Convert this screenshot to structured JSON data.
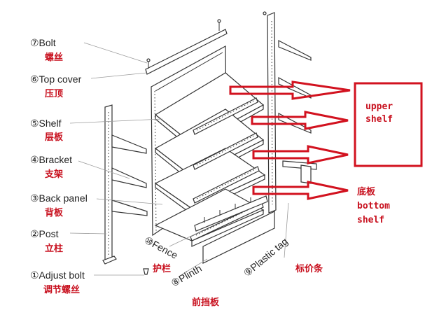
{
  "colors": {
    "accent": "#d2121f",
    "label_cn": "#c8101e",
    "line": "#333333"
  },
  "parts": [
    {
      "en": "⑦Bolt",
      "cn": "螺丝"
    },
    {
      "en": "⑥Top cover",
      "cn": "压顶"
    },
    {
      "en": "⑤Shelf",
      "cn": "层板"
    },
    {
      "en": "④Bracket",
      "cn": "支架"
    },
    {
      "en": "③Back panel",
      "cn": "背板"
    },
    {
      "en": "②Post",
      "cn": "立柱"
    },
    {
      "en": "①Adjust bolt",
      "cn": "调节螺丝"
    }
  ],
  "fence": {
    "en": "⑩Fence",
    "cn": "护栏"
  },
  "plinth": {
    "en": "⑧Plinth",
    "cn": "前挡板"
  },
  "plastic_tag": {
    "en": "⑨Plastic tag",
    "cn": "标价条"
  },
  "annotations": {
    "upper_shelf": [
      "upper",
      "shelf"
    ],
    "bottom_shelf": [
      "底板",
      "bottom",
      "shelf"
    ]
  }
}
